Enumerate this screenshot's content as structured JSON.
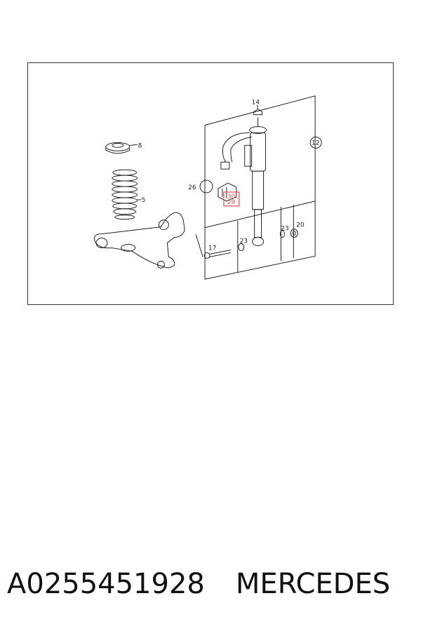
{
  "diagram": {
    "callouts": {
      "c14": "14",
      "c8": "8",
      "c12": "12",
      "c26": "26",
      "c5": "5",
      "c30": "30",
      "c29": "29",
      "c17": "17",
      "c23a": "23",
      "c23b": "23",
      "c20": "20"
    },
    "highlight_color": "#d9534f"
  },
  "caption": {
    "part_number": "A0255451928",
    "brand": "MERCEDES"
  }
}
